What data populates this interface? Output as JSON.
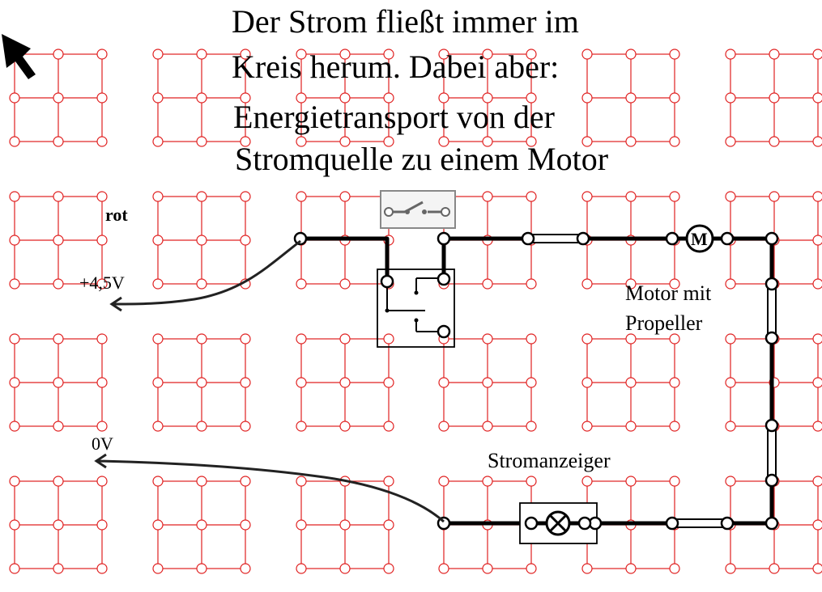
{
  "title_lines": [
    "Der Strom fließt immer im",
    "Kreis herum. Dabei aber:",
    "Energietransport von der",
    "Stromquelle zu einem Motor"
  ],
  "labels": {
    "rot": "rot",
    "plus": "+4,5V",
    "zero": "0V",
    "motor_line1": "Motor mit",
    "motor_line2": "Propeller",
    "ammeter": "Stromanzeiger",
    "motor_symbol": "M"
  },
  "colors": {
    "grid": "#e02020",
    "wire": "#000000",
    "background": "#ffffff"
  },
  "icons": [
    "pointer-arrow-icon",
    "switch-icon",
    "motor-icon",
    "lamp-icon",
    "relay-icon"
  ]
}
